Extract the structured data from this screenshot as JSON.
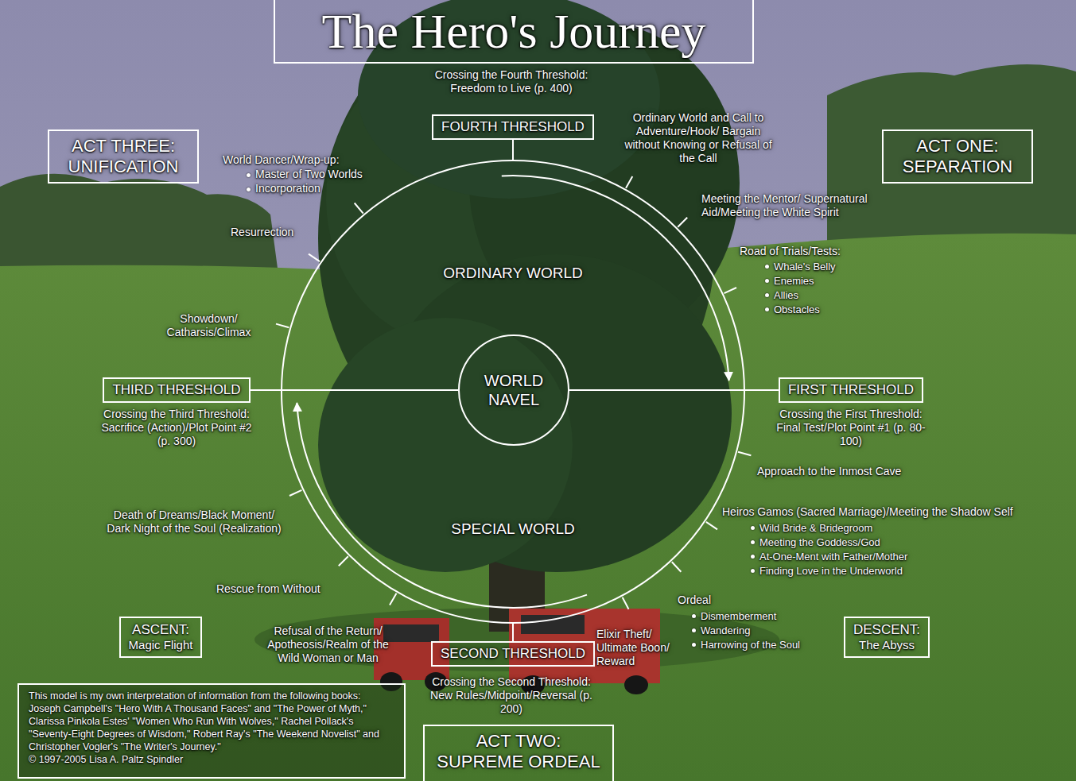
{
  "diagram": {
    "title": "The Hero's Journey",
    "nodes": [
      {
        "text": [
          "FOURTH THRESHOLD"
        ]
      },
      {
        "text": [
          "ACT THREE: UNIFICATION"
        ]
      },
      {
        "text": [
          "ACT ONE: SEPARATION"
        ]
      },
      {
        "text": [
          "ORDINARY WORLD",
          "SPECIAL WORLD"
        ]
      },
      {
        "text": [
          "WORLD NAVEL"
        ],
        "in": 3
      },
      {
        "text": [
          "THIRD THRESHOLD"
        ]
      },
      {
        "text": [
          "FIRST THRESHOLD"
        ]
      },
      {
        "text": [
          "ASCENT:",
          "Magic Flight"
        ]
      },
      {
        "text": [
          "DESCENT:",
          "The Abyss"
        ]
      },
      {
        "text": [
          "SECOND THRESHOLD"
        ]
      },
      {
        "text": [
          "This model is my own interpretation of information from the following books: Joseph Campbell's \"Hero With A Thousand Faces\" and \"The Power of Myth,\" Clarissa Pinkola Estes' \"Women Who Run With Wolves,\" Rachel Pollack's \"Seventy-Eight Degrees of Wisdom,\" Robert Ray's \"The Weekend Novelist\" and Christopher Vogler's \"The Writer's Journey.\"",
          "© 1997-2005 Lisa A. Paltz Spindler"
        ]
      },
      {
        "text": [
          "ACT TWO: SUPREME ORDEAL"
        ]
      }
    ],
    "edges": [
      {
        "from": 0,
        "to": 3,
        "arrow": "none"
      },
      {
        "from": 3,
        "to": 9,
        "arrow": "none"
      },
      {
        "from": 5,
        "to": 4,
        "arrow": "none"
      },
      {
        "from": 4,
        "to": 6,
        "arrow": "none"
      }
    ],
    "labels": [
      "Crossing the Fourth Threshold: Freedom to Live (p. 400)",
      "Ordinary World and Call to Adventure/Hook/ Bargain without Knowing or Refusal of the Call",
      "World Dancer/Wrap-up:",
      "Master of Two Worlds",
      "Incorporation",
      "Meeting the Mentor/ Supernatural Aid/Meeting the White Spirit",
      "Resurrection",
      "Road of Trials/Tests:",
      "Whale's Belly",
      "Enemies",
      "Allies",
      "Obstacles",
      "Showdown/ Catharsis/Climax",
      "Crossing the Third Threshold: Sacrifice (Action)/Plot Point #2 (p. 300)",
      "Crossing the First Threshold: Final Test/Plot Point #1 (p. 80-100)",
      "Approach to the Inmost Cave",
      "Heiros Gamos (Sacred Marriage)/Meeting the Shadow Self",
      "Wild Bride & Bridegroom",
      "Meeting the Goddess/God",
      "At-One-Ment with Father/Mother",
      "Finding Love in the Underworld",
      "Death of Dreams/Black Moment/ Dark Night of the Soul (Realization)",
      "Rescue from Without",
      "Ordeal",
      "Dismemberment",
      "Wandering",
      "Harrowing of the Soul",
      "Refusal of the Return/ Apotheosis/Realm of the Wild Woman or Man",
      "Elixir Theft/ Ultimate Boon/ Reward",
      "Crossing the Second Threshold: New Rules/Midpoint/Reversal (p. 200)"
    ]
  }
}
